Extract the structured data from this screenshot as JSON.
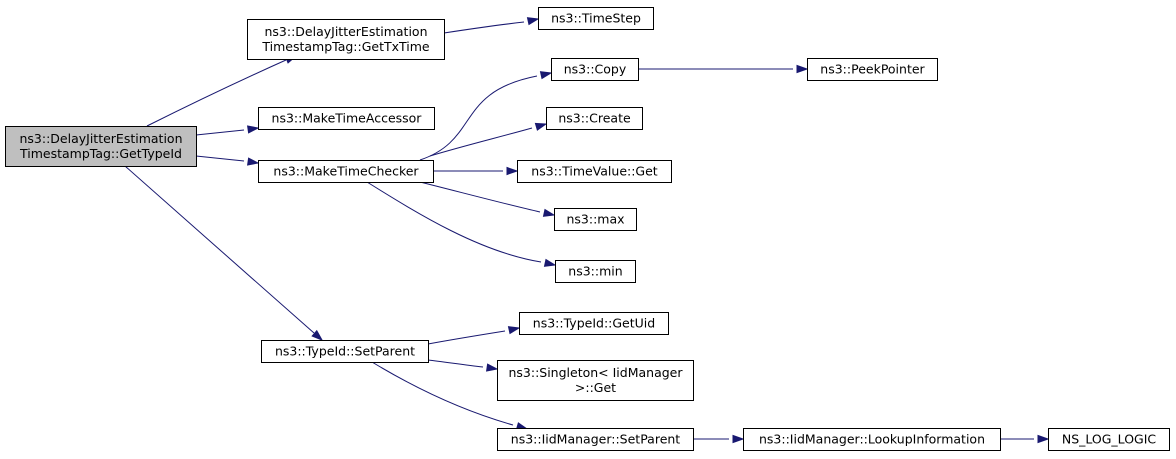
{
  "graph": {
    "root": "GetTypeId",
    "colors": {
      "edge": "#191970",
      "root_fill": "#bfbfbf",
      "node_fill": "#ffffff",
      "border": "#000000"
    },
    "nodes": [
      {
        "id": "GetTypeId",
        "lines": [
          "ns3::DelayJitterEstimation",
          "TimestampTag::GetTypeId"
        ],
        "root": true
      },
      {
        "id": "GetTxTime",
        "lines": [
          "ns3::DelayJitterEstimation",
          "TimestampTag::GetTxTime"
        ]
      },
      {
        "id": "TimeStep",
        "lines": [
          "ns3::TimeStep"
        ]
      },
      {
        "id": "MakeTimeAccessor",
        "lines": [
          "ns3::MakeTimeAccessor"
        ]
      },
      {
        "id": "MakeTimeChecker",
        "lines": [
          "ns3::MakeTimeChecker"
        ]
      },
      {
        "id": "Copy",
        "lines": [
          "ns3::Copy"
        ]
      },
      {
        "id": "PeekPointer",
        "lines": [
          "ns3::PeekPointer"
        ]
      },
      {
        "id": "Create",
        "lines": [
          "ns3::Create"
        ]
      },
      {
        "id": "TimeValueGet",
        "lines": [
          "ns3::TimeValue::Get"
        ]
      },
      {
        "id": "max",
        "lines": [
          "ns3::max"
        ]
      },
      {
        "id": "min",
        "lines": [
          "ns3::min"
        ]
      },
      {
        "id": "TypeIdSetParent",
        "lines": [
          "ns3::TypeId::SetParent"
        ]
      },
      {
        "id": "GetUid",
        "lines": [
          "ns3::TypeId::GetUid"
        ]
      },
      {
        "id": "SingletonGet",
        "lines": [
          "ns3::Singleton< IidManager",
          ">::Get"
        ]
      },
      {
        "id": "IidSetParent",
        "lines": [
          "ns3::IidManager::SetParent"
        ]
      },
      {
        "id": "LookupInformation",
        "lines": [
          "ns3::IidManager::LookupInformation"
        ]
      },
      {
        "id": "NS_LOG_LOGIC",
        "lines": [
          "NS_LOG_LOGIC"
        ]
      }
    ],
    "edges": [
      {
        "from": "GetTypeId",
        "to": "GetTxTime"
      },
      {
        "from": "GetTxTime",
        "to": "TimeStep"
      },
      {
        "from": "GetTypeId",
        "to": "MakeTimeAccessor"
      },
      {
        "from": "GetTypeId",
        "to": "MakeTimeChecker"
      },
      {
        "from": "MakeTimeChecker",
        "to": "Copy"
      },
      {
        "from": "Copy",
        "to": "PeekPointer"
      },
      {
        "from": "MakeTimeChecker",
        "to": "Create"
      },
      {
        "from": "MakeTimeChecker",
        "to": "TimeValueGet"
      },
      {
        "from": "MakeTimeChecker",
        "to": "max"
      },
      {
        "from": "MakeTimeChecker",
        "to": "min"
      },
      {
        "from": "GetTypeId",
        "to": "TypeIdSetParent"
      },
      {
        "from": "TypeIdSetParent",
        "to": "GetUid"
      },
      {
        "from": "TypeIdSetParent",
        "to": "SingletonGet"
      },
      {
        "from": "TypeIdSetParent",
        "to": "IidSetParent"
      },
      {
        "from": "IidSetParent",
        "to": "LookupInformation"
      },
      {
        "from": "LookupInformation",
        "to": "NS_LOG_LOGIC"
      }
    ]
  }
}
